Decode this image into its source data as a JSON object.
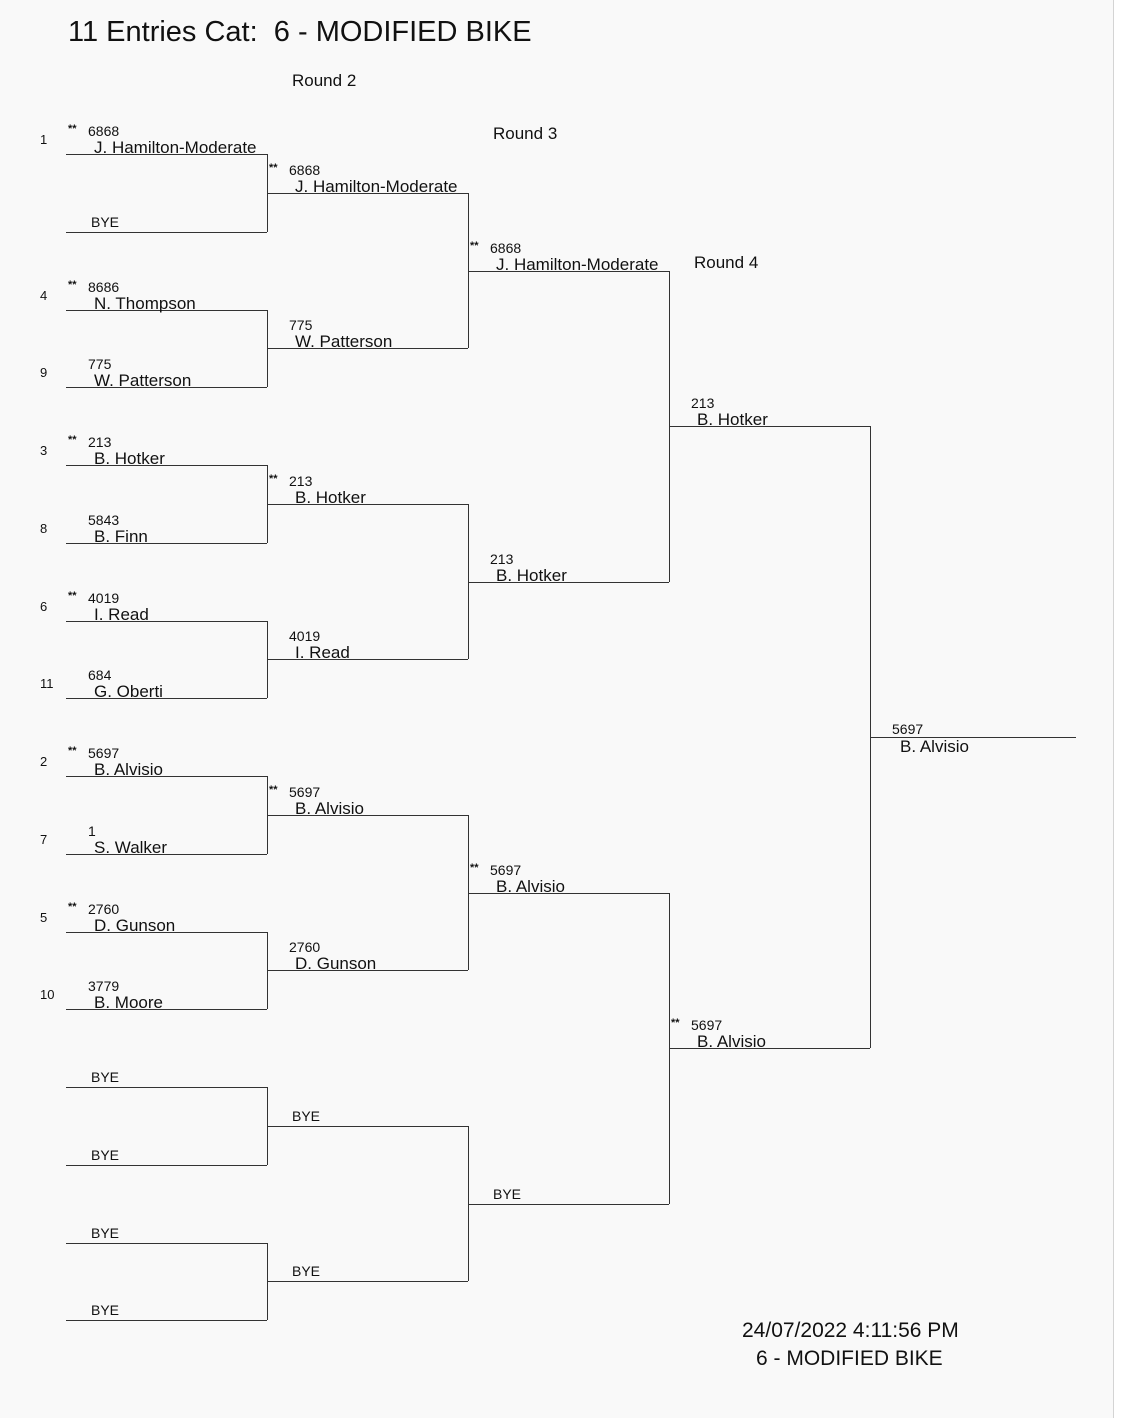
{
  "title": {
    "count": "11 Entries",
    "cat_label": "Cat:",
    "cat_name": "6 - MODIFIED BIKE"
  },
  "round_labels": {
    "r2": "Round 2",
    "r3": "Round 3",
    "r4": "Round 4"
  },
  "round1": [
    {
      "seed": "1",
      "starred": "**",
      "number": "6868",
      "name": "J. Hamilton-Moderate"
    },
    {
      "seed": "",
      "starred": "",
      "number": "",
      "name": "",
      "bye": "BYE"
    },
    {
      "seed": "4",
      "starred": "**",
      "number": "8686",
      "name": "N. Thompson"
    },
    {
      "seed": "9",
      "starred": "",
      "number": "775",
      "name": "W. Patterson"
    },
    {
      "seed": "3",
      "starred": "**",
      "number": "213",
      "name": "B. Hotker"
    },
    {
      "seed": "8",
      "starred": "",
      "number": "5843",
      "name": "B. Finn"
    },
    {
      "seed": "6",
      "starred": "**",
      "number": "4019",
      "name": "I. Read"
    },
    {
      "seed": "11",
      "starred": "",
      "number": "684",
      "name": "G. Oberti"
    },
    {
      "seed": "2",
      "starred": "**",
      "number": "5697",
      "name": "B. Alvisio"
    },
    {
      "seed": "7",
      "starred": "",
      "number": "1",
      "name": "S. Walker"
    },
    {
      "seed": "5",
      "starred": "**",
      "number": "2760",
      "name": "D. Gunson"
    },
    {
      "seed": "10",
      "starred": "",
      "number": "3779",
      "name": "B. Moore"
    },
    {
      "seed": "",
      "starred": "",
      "number": "",
      "name": "",
      "bye": "BYE"
    },
    {
      "seed": "",
      "starred": "",
      "number": "",
      "name": "",
      "bye": "BYE"
    },
    {
      "seed": "",
      "starred": "",
      "number": "",
      "name": "",
      "bye": "BYE"
    },
    {
      "seed": "",
      "starred": "",
      "number": "",
      "name": "",
      "bye": "BYE"
    }
  ],
  "round2": [
    {
      "starred": "**",
      "number": "6868",
      "name": "J. Hamilton-Moderate"
    },
    {
      "starred": "",
      "number": "775",
      "name": "W. Patterson"
    },
    {
      "starred": "**",
      "number": "213",
      "name": "B. Hotker"
    },
    {
      "starred": "",
      "number": "4019",
      "name": "I. Read"
    },
    {
      "starred": "**",
      "number": "5697",
      "name": "B. Alvisio"
    },
    {
      "starred": "",
      "number": "2760",
      "name": "D. Gunson"
    },
    {
      "starred": "",
      "number": "",
      "name": "",
      "bye": "BYE"
    },
    {
      "starred": "",
      "number": "",
      "name": "",
      "bye": "BYE"
    }
  ],
  "round3": [
    {
      "starred": "**",
      "number": "6868",
      "name": "J. Hamilton-Moderate"
    },
    {
      "starred": "",
      "number": "213",
      "name": "B. Hotker"
    },
    {
      "starred": "**",
      "number": "5697",
      "name": "B. Alvisio"
    },
    {
      "starred": "",
      "number": "",
      "name": "",
      "bye": "BYE"
    }
  ],
  "round4": [
    {
      "starred": "",
      "number": "213",
      "name": "B. Hotker"
    },
    {
      "starred": "**",
      "number": "5697",
      "name": "B. Alvisio"
    }
  ],
  "winner": {
    "number": "5697",
    "name": "B. Alvisio"
  },
  "footer": {
    "timestamp": "24/07/2022 4:11:56 PM",
    "category": "6 - MODIFIED BIKE"
  }
}
